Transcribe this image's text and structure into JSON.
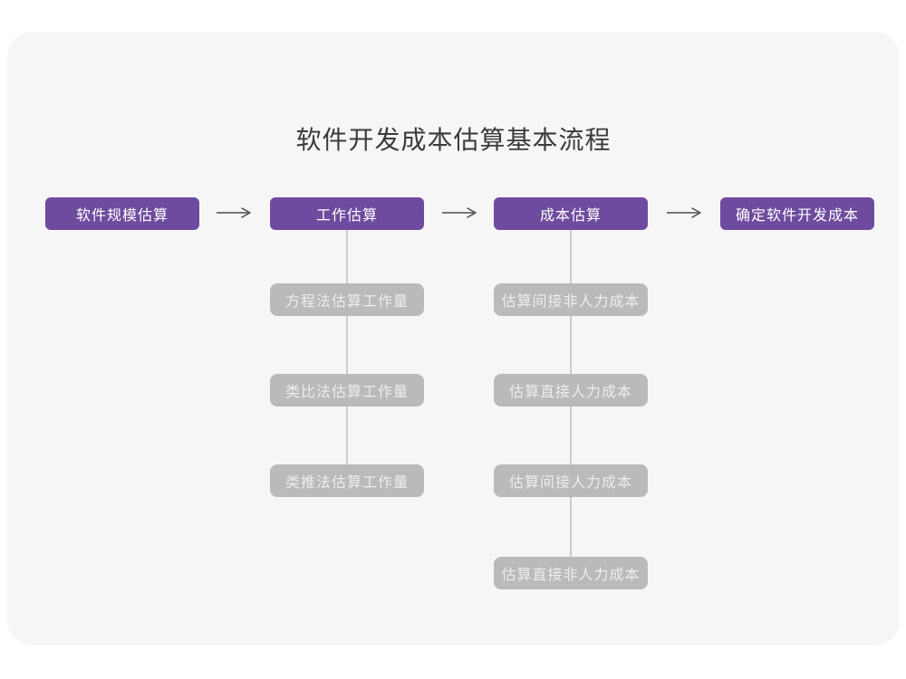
{
  "title": "软件开发成本估算基本流程",
  "colors": {
    "page_bg": "#ffffff",
    "card_bg": "#f6f6f7",
    "primary": "#6e4b9e",
    "primary_text": "#ffffff",
    "sub_box_bg": "#bababa",
    "sub_box_text": "#ededed",
    "arrow": "#4d4d4d",
    "connector": "#cccccc",
    "title_text": "#3b3b3b"
  },
  "flow": {
    "main_steps": [
      {
        "label": "软件规模估算"
      },
      {
        "label": "工作估算"
      },
      {
        "label": "成本估算"
      },
      {
        "label": "确定软件开发成本"
      }
    ],
    "work_substeps": [
      {
        "label": "方程法估算工作量"
      },
      {
        "label": "类比法估算工作量"
      },
      {
        "label": "类推法估算工作量"
      }
    ],
    "cost_substeps": [
      {
        "label": "估算间接非人力成本"
      },
      {
        "label": "估算直接人力成本"
      },
      {
        "label": "估算间接人力成本"
      },
      {
        "label": "估算直接非人力成本"
      }
    ]
  }
}
